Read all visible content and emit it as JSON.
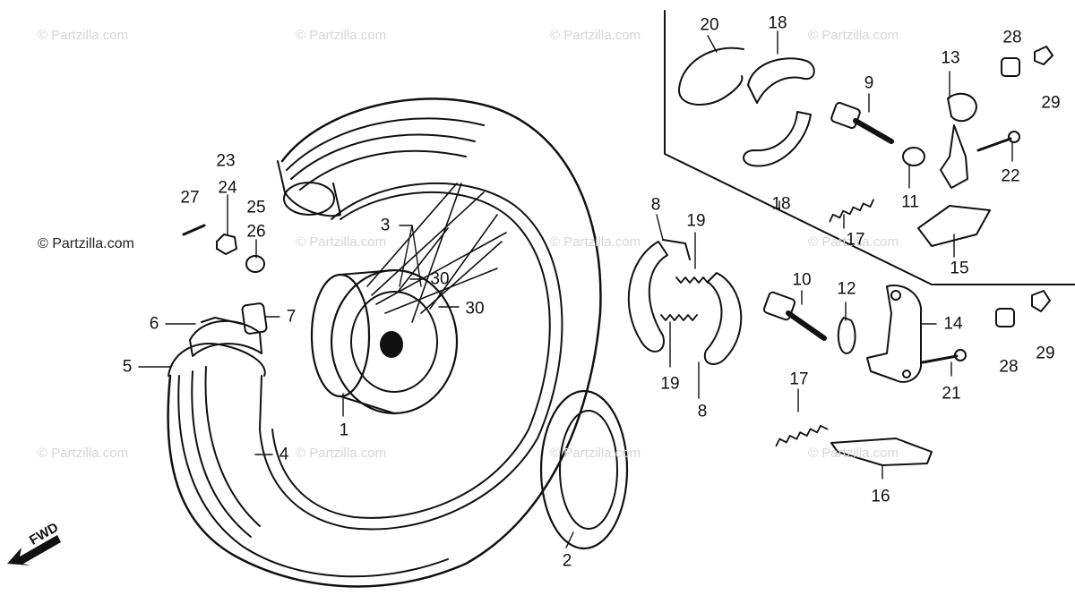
{
  "watermark": {
    "text": "© Partzilla.com",
    "label_text": "© Partzilla.com"
  },
  "direction_label": "FWD",
  "callouts": {
    "c1": "1",
    "c2": "2",
    "c3": "3",
    "c4": "4",
    "c5": "5",
    "c6": "6",
    "c7": "7",
    "c8a": "8",
    "c8b": "8",
    "c9": "9",
    "c10": "10",
    "c11": "11",
    "c12": "12",
    "c13": "13",
    "c14": "14",
    "c15": "15",
    "c16": "16",
    "c17a": "17",
    "c17b": "17",
    "c18a": "18",
    "c18b": "18",
    "c19a": "19",
    "c19b": "19",
    "c20": "20",
    "c21": "21",
    "c22": "22",
    "c23": "23",
    "c24": "24",
    "c25": "25",
    "c26": "26",
    "c27": "27",
    "c28a": "28",
    "c28b": "28",
    "c29a": "29",
    "c29b": "29",
    "c30a": "30",
    "c30b": "30"
  },
  "colors": {
    "line": "#111111",
    "watermark": "#d6d6d6",
    "background": "#ffffff"
  }
}
